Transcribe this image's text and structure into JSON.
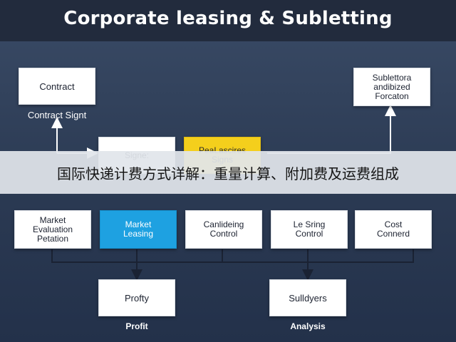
{
  "header": {
    "title": "Corporate leasing & Subletting"
  },
  "top": {
    "contract_box": "Contract",
    "contract_caption": "Contract Signt",
    "sign_box": "Signe:",
    "yellow_box": "PeaLascires\nSigns",
    "sublet_box": "Sublettora\nandibized\nForcaton"
  },
  "banner": {
    "text": "国际快递计费方式详解：重量计算、附加费及运费组成"
  },
  "row": [
    {
      "label": "Market\nEvaluation\nPetation",
      "style": "white"
    },
    {
      "label": "Market\nLeasing",
      "style": "blue"
    },
    {
      "label": "Canlideing\nControl",
      "style": "white"
    },
    {
      "label": "Le Sring\nControl",
      "style": "white"
    },
    {
      "label": "Cost\nConnerd",
      "style": "white"
    }
  ],
  "bottom": {
    "profit_box": "Profty",
    "profit_caption": "Profit",
    "analysis_box": "Sulldyers",
    "analysis_caption": "Analysis"
  },
  "colors": {
    "header": "#222b3d",
    "accent_blue": "#1ea1e1",
    "accent_yellow": "#f4cf1c",
    "banner": "#e1e5eb"
  }
}
